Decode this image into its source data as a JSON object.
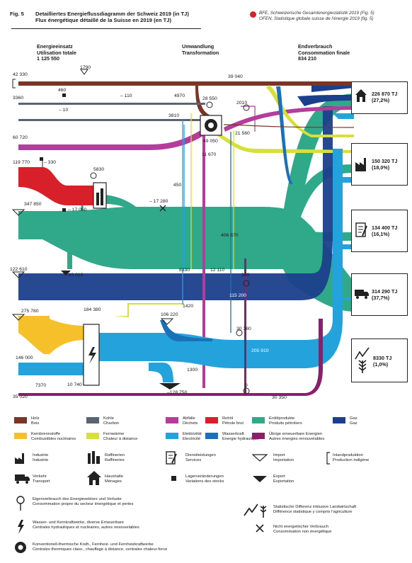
{
  "header": {
    "fig": "Fig. 5",
    "title_de": "Detailliertes Energieflussdiagramm der Schweiz 2019 (in TJ)",
    "title_fr": "Flux énergétique détaillé de la Suisse en 2019 (en TJ)",
    "source_de": "BFE, Schweizerische Gesamtenergiestatistik 2019 (Fig. 5)",
    "source_fr": "OFEN, Statistique globale suisse de l'énergie 2019 (fig. 5)"
  },
  "columns": {
    "left_de": "Energieeinsatz",
    "left_fr": "Utilisation totale",
    "left_val": "1 125 550",
    "mid_de": "Umwandlung",
    "mid_fr": "Transformation",
    "right_de": "Endverbrauch",
    "right_fr": "Consommation finale",
    "right_val": "834 210"
  },
  "flows": {
    "wood_in": "42 330",
    "wood_import": "1790",
    "wood_main": "39 040",
    "wood_minus": "– 110",
    "coal_in": "3360",
    "coal_import": "460",
    "coal_minus": "– 10",
    "coal_mid": "3810",
    "waste_4970": "4970",
    "trans_28550": "28 550",
    "v2010": "2010",
    "waste_in": "60 720",
    "v21560": "21 560",
    "v49050": "49 050",
    "v11670": "11 670",
    "crude_in": "119 770",
    "crude_export": "– 330",
    "refinery_5830": "5830",
    "v450": "450",
    "nonenergy_17280": "– 17 280",
    "oil_in": "347 850",
    "oil_export": "– 17 050",
    "oil_main": "406 670",
    "oil_minus": "– 20 010",
    "v8330": "8330",
    "v12110": "12 110",
    "v380": "380",
    "gas_in": "122 610",
    "gas_main": "115 200",
    "v1420": "1420",
    "nuclear_in": "275 780",
    "v184380": "184 380",
    "hydro_106220": "106 220",
    "v30380": "30 380",
    "elec_main": "205 910",
    "elec_146000": "146 000",
    "v10740": "10 740",
    "v1300": "1300",
    "elec_export": "–128 750",
    "other_7370": "7370",
    "other_35020": "35 020",
    "v0": "0",
    "v30350": "30 350"
  },
  "consumers": [
    {
      "value": "226 870 TJ",
      "pct": "(27,2%)",
      "icon": "house-icon"
    },
    {
      "value": "150 320 TJ",
      "pct": "(18,0%)",
      "icon": "industry-icon"
    },
    {
      "value": "134 400 TJ",
      "pct": "(16,1%)",
      "icon": "services-icon"
    },
    {
      "value": "314 290 TJ",
      "pct": "(37,7%)",
      "icon": "truck-icon"
    },
    {
      "value": "8330 TJ",
      "pct": "(1,0%)",
      "icon": "statistical-difference-icon"
    }
  ],
  "colors": {
    "wood": "#7a3526",
    "coal": "#5a6470",
    "waste": "#b43d9c",
    "crude": "#d8202b",
    "oil": "#2fa98a",
    "gas": "#1b3f8b",
    "nuclear": "#f5c02a",
    "district_heat": "#d7e03a",
    "electricity": "#23a2dc",
    "hydro": "#1b71b8",
    "other_renewable": "#8b1f6a"
  },
  "legend": {
    "carriers": [
      {
        "de": "Holz",
        "fr": "Bois",
        "color": "#7a3526"
      },
      {
        "de": "Kohle",
        "fr": "Charbon",
        "color": "#5a6470"
      },
      {
        "de": "Abfälle",
        "fr": "Déchets",
        "color": "#b43d9c"
      },
      {
        "de": "Rohöl",
        "fr": "Pétrole brut",
        "color": "#d8202b"
      },
      {
        "de": "Erdölprodukte",
        "fr": "Produits pétroliers",
        "color": "#2fa98a"
      },
      {
        "de": "Gas",
        "fr": "Gaz",
        "color": "#1b3f8b"
      },
      {
        "de": "Kernbrennstoffe",
        "fr": "Combustibles nucléaires",
        "color": "#f5c02a"
      },
      {
        "de": "Fernwärme",
        "fr": "Chaleur à distance",
        "color": "#d7e03a"
      },
      {
        "de": "Elektrizität",
        "fr": "Electricité",
        "color": "#23a2dc"
      },
      {
        "de": "Wasserkraft",
        "fr": "Energie hydraulique",
        "color": "#1b71b8"
      },
      {
        "de": "Übrige erneuerbare Energien",
        "fr": "Autres énergies renouvelables",
        "color": "#8b1f6a"
      }
    ],
    "symbols": [
      {
        "de": "Industrie",
        "fr": "Industrie",
        "icon": "industry-icon"
      },
      {
        "de": "Raffinerien",
        "fr": "Raffineries",
        "icon": "refinery-icon"
      },
      {
        "de": "Dienstleistungen",
        "fr": "Services",
        "icon": "services-icon"
      },
      {
        "de": "Import",
        "fr": "Importation",
        "icon": "import-icon"
      },
      {
        "de": "Inlandproduktion",
        "fr": "Production indigène",
        "icon": "domestic-production-icon"
      },
      {
        "de": "Verkehr",
        "fr": "Transport",
        "icon": "truck-icon"
      },
      {
        "de": "Haushalte",
        "fr": "Ménages",
        "icon": "house-icon"
      },
      {
        "de": "Lagerveränderungen",
        "fr": "Variations des stocks",
        "icon": "stock-change-icon"
      },
      {
        "de": "Export",
        "fr": "Exportation",
        "icon": "export-icon"
      },
      {
        "de": "Eigenverbrauch des Energiesektors und Verluste",
        "fr": "Consommation propre du secteur énergétique et pertes",
        "icon": "own-consumption-icon"
      },
      {
        "de": "Statistische Differenz inklusive Landwirtschaft",
        "fr": "Différence statistique y compris l'agriculture",
        "icon": "statistical-difference-icon"
      },
      {
        "de": "Wasser- und Kernkraftwerke, diverse Erneuerbare",
        "fr": "Centrales hydrauliques et nucléaires, autres renouvelables",
        "icon": "power-plant-icon"
      },
      {
        "de": "Nicht energetischer Verbrauch",
        "fr": "Consommation non énergétique",
        "icon": "non-energy-icon"
      },
      {
        "de": "Konventionell-thermische Kraft-, Fernheiz- und Fernheizkraftwerke",
        "fr": "Centrales thermiques class., chauffage à distance, centrales chaleur-force",
        "icon": "thermal-plant-icon"
      }
    ]
  }
}
